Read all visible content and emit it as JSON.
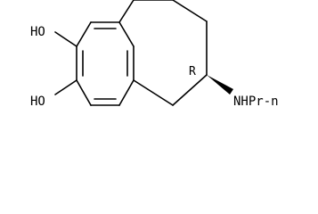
{
  "molecule": {
    "labels": {
      "hydroxyl_top": "HO",
      "hydroxyl_bottom": "HO",
      "stereo_descriptor": "R",
      "amine_group": "NHPr-n"
    }
  }
}
